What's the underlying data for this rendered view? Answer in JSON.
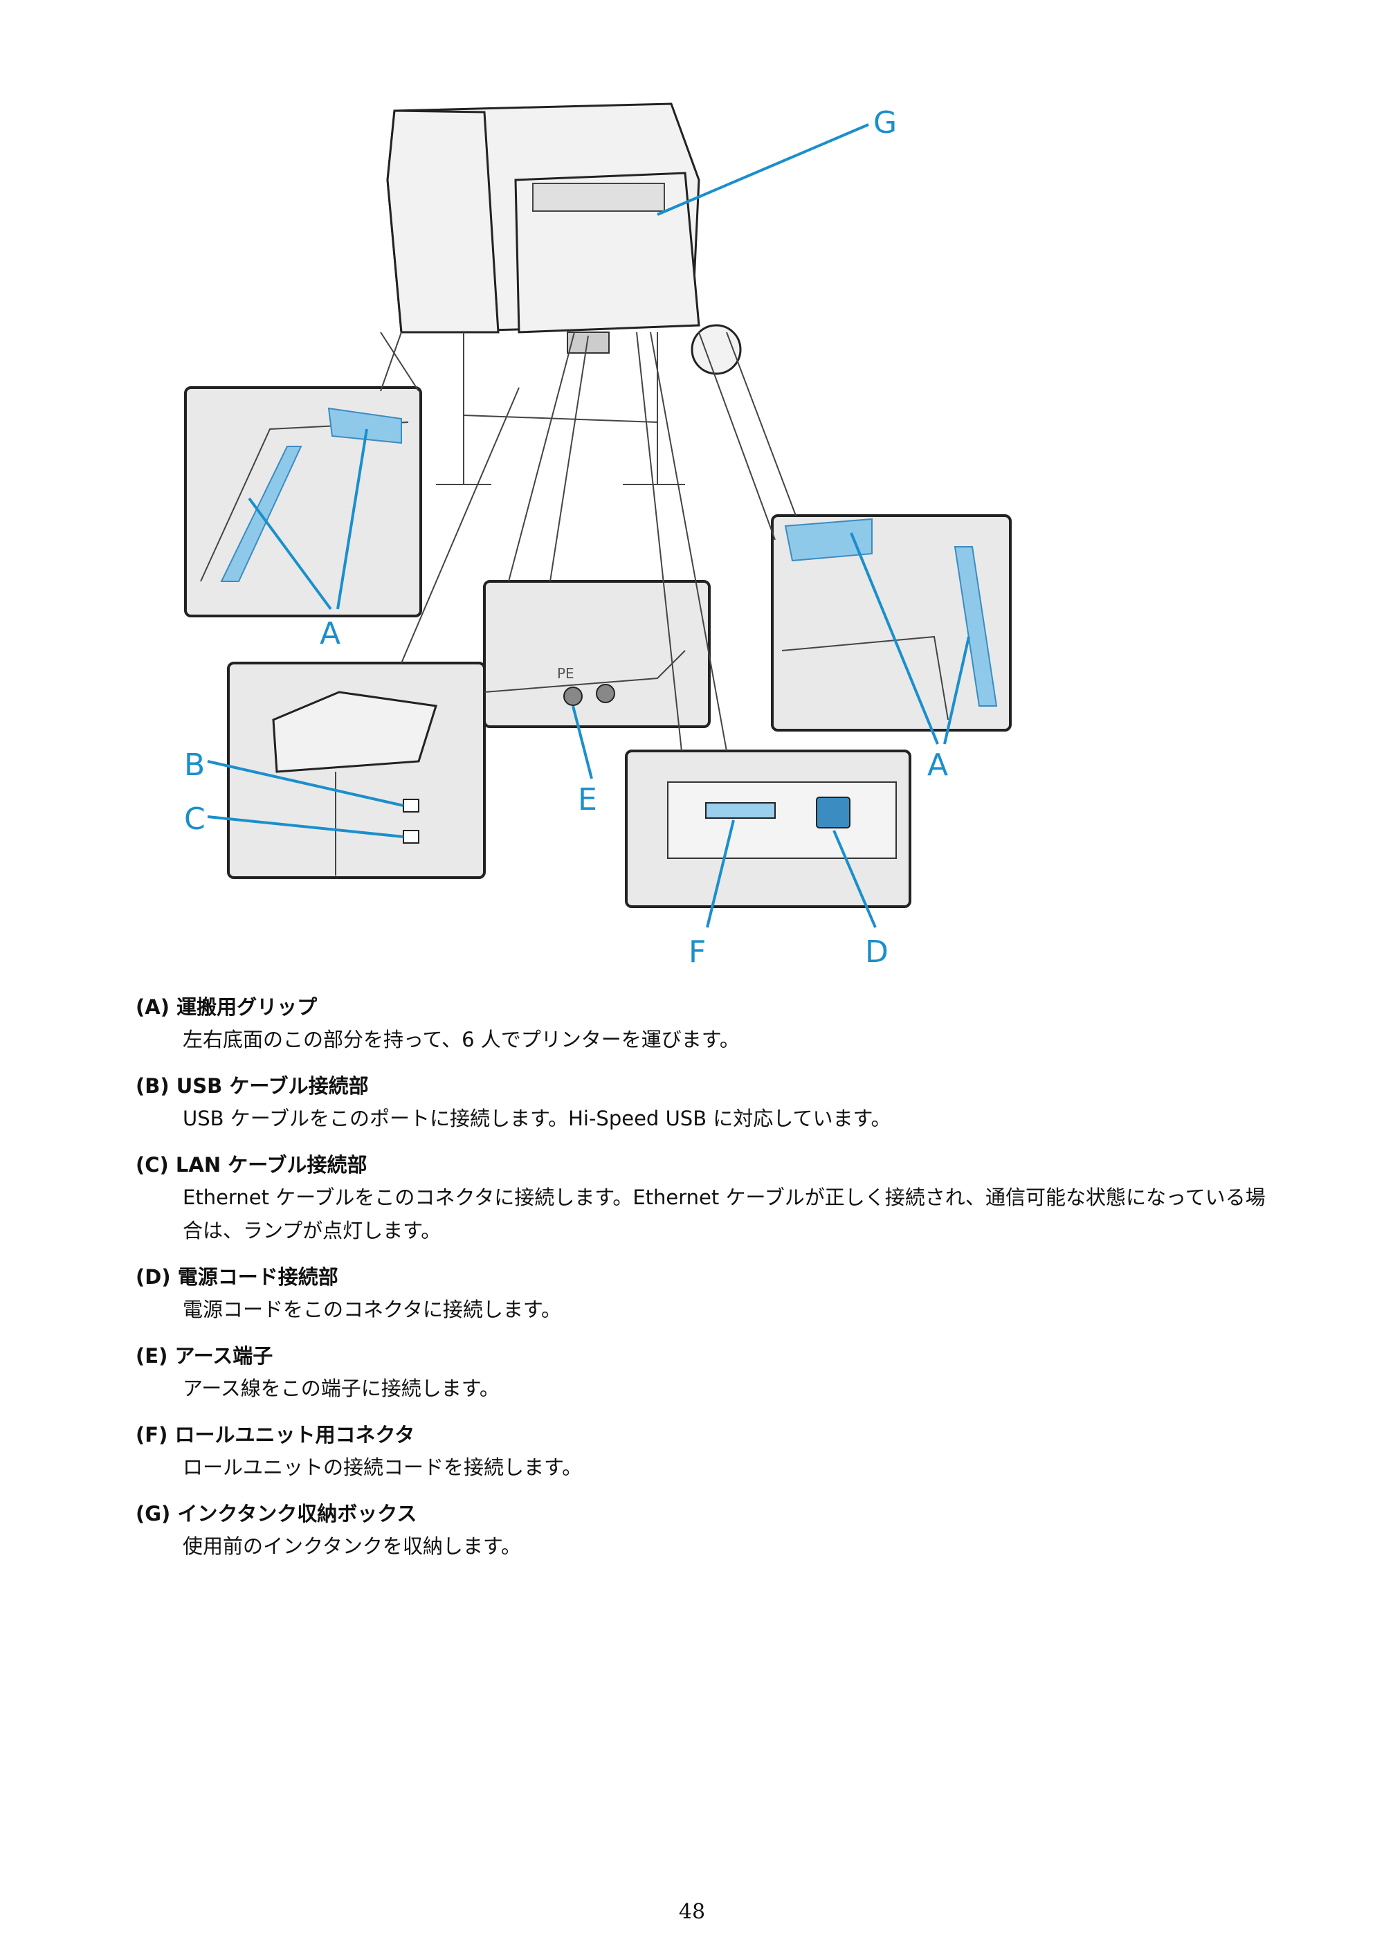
{
  "figure": {
    "labels": [
      "A",
      "A",
      "B",
      "C",
      "D",
      "E",
      "F",
      "G"
    ],
    "panel_text_pe": "PE"
  },
  "items": [
    {
      "key": "(A)",
      "title": "運搬用グリップ",
      "text": "左右底面のこの部分を持って、6 人でプリンターを運びます。"
    },
    {
      "key": "(B)",
      "title": "USB ケーブル接続部",
      "text": "USB ケーブルをこのポートに接続します。Hi-Speed USB に対応しています。"
    },
    {
      "key": "(C)",
      "title": "LAN ケーブル接続部",
      "text": "Ethernet ケーブルをこのコネクタに接続します。Ethernet ケーブルが正しく接続され、通信可能な状態になっている場合は、ランプが点灯します。"
    },
    {
      "key": "(D)",
      "title": "電源コード接続部",
      "text": "電源コードをこのコネクタに接続します。"
    },
    {
      "key": "(E)",
      "title": "アース端子",
      "text": "アース線をこの端子に接続します。"
    },
    {
      "key": "(F)",
      "title": "ロールユニット用コネクタ",
      "text": "ロールユニットの接続コードを接続します。"
    },
    {
      "key": "(G)",
      "title": "インクタンク収納ボックス",
      "text": "使用前のインクタンクを収納します。"
    }
  ],
  "page_number": "48"
}
